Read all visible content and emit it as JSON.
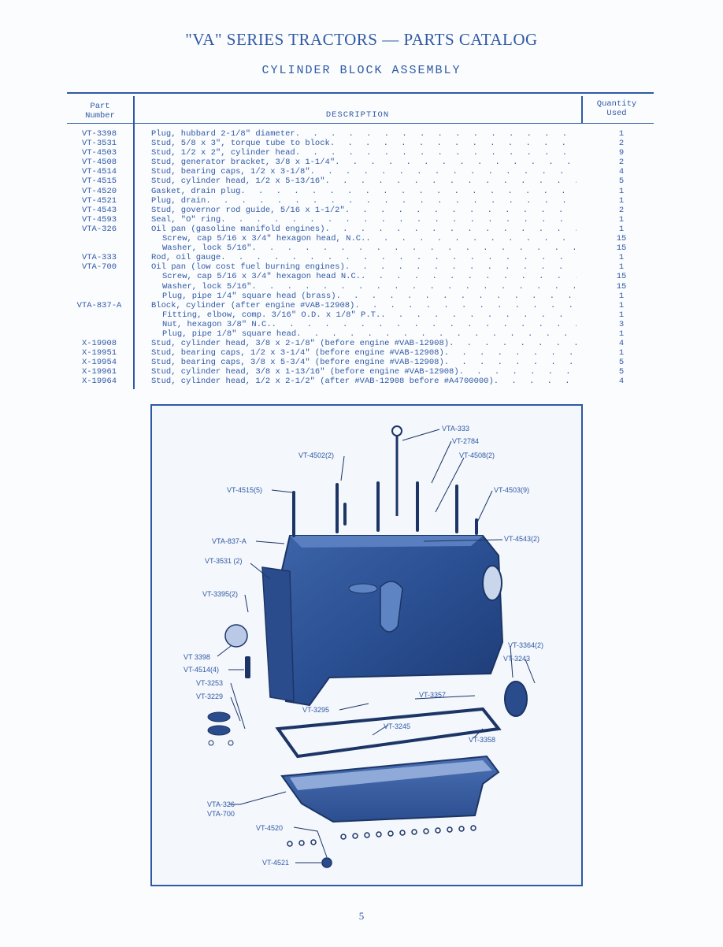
{
  "header": {
    "title": "\"VA\" SERIES TRACTORS — PARTS CATALOG",
    "subtitle": "CYLINDER BLOCK ASSEMBLY"
  },
  "table": {
    "col_part": "Part\nNumber",
    "col_desc": "DESCRIPTION",
    "col_qty": "Quantity\nUsed",
    "rows": [
      {
        "part": "VT-3398",
        "desc": "Plug, hubbard 2-1/8\" diameter",
        "qty": "1",
        "indent": false
      },
      {
        "part": "VT-3531",
        "desc": "Stud, 5/8 x 3\", torque tube to block",
        "qty": "2",
        "indent": false
      },
      {
        "part": "VT-4503",
        "desc": "Stud, 1/2 x 2\", cylinder head",
        "qty": "9",
        "indent": false
      },
      {
        "part": "VT-4508",
        "desc": "Stud, generator bracket, 3/8 x 1-1/4\"",
        "qty": "2",
        "indent": false
      },
      {
        "part": "VT-4514",
        "desc": "Stud, bearing caps, 1/2 x 3-1/8\"",
        "qty": "4",
        "indent": false
      },
      {
        "part": "VT-4515",
        "desc": "Stud, cylinder head, 1/2 x 5-13/16\"",
        "qty": "5",
        "indent": false
      },
      {
        "part": "VT-4520",
        "desc": "Gasket, drain plug",
        "qty": "1",
        "indent": false
      },
      {
        "part": "VT-4521",
        "desc": "Plug, drain",
        "qty": "1",
        "indent": false
      },
      {
        "part": "VT-4543",
        "desc": "Stud, governor rod guide, 5/16 x 1-1/2\"",
        "qty": "2",
        "indent": false
      },
      {
        "part": "VT-4593",
        "desc": "Seal, \"O\" ring",
        "qty": "1",
        "indent": false
      },
      {
        "part": "VTA-326",
        "desc": "Oil pan (gasoline manifold engines)",
        "qty": "1",
        "indent": false
      },
      {
        "part": "",
        "desc": "Screw, cap 5/16 x 3/4\" hexagon head, N.C.",
        "qty": "15",
        "indent": true
      },
      {
        "part": "",
        "desc": "Washer, lock 5/16\"",
        "qty": "15",
        "indent": true
      },
      {
        "part": "VTA-333",
        "desc": "Rod, oil gauge",
        "qty": "1",
        "indent": false
      },
      {
        "part": "VTA-700",
        "desc": "Oil pan (low cost fuel burning engines)",
        "qty": "1",
        "indent": false
      },
      {
        "part": "",
        "desc": "Screw, cap 5/16 x 3/4\" hexagon head N.C.",
        "qty": "15",
        "indent": true
      },
      {
        "part": "",
        "desc": "Washer, lock 5/16\"",
        "qty": "15",
        "indent": true
      },
      {
        "part": "",
        "desc": "Plug, pipe 1/4\" square head (brass)",
        "qty": "1",
        "indent": true
      },
      {
        "part": "VTA-837-A",
        "desc": "Block, cylinder (after engine #VAB-12908)",
        "qty": "1",
        "indent": false
      },
      {
        "part": "",
        "desc": "Fitting, elbow, comp. 3/16\" O.D. x 1/8\" P.T.",
        "qty": "1",
        "indent": true
      },
      {
        "part": "",
        "desc": "Nut, hexagon 3/8\" N.C.",
        "qty": "3",
        "indent": true
      },
      {
        "part": "",
        "desc": "Plug, pipe 1/8\" square head",
        "qty": "1",
        "indent": true
      },
      {
        "part": "X-19908",
        "desc": "Stud, cylinder head, 3/8 x 2-1/8\" (before engine #VAB-12908)",
        "qty": "4",
        "indent": false
      },
      {
        "part": "X-19951",
        "desc": "Stud, bearing caps, 1/2 x 3-1/4\" (before engine #VAB-12908)",
        "qty": "1",
        "indent": false
      },
      {
        "part": "X-19954",
        "desc": "Stud, bearing caps, 3/8 x 5-3/4\" (before engine #VAB-12908)",
        "qty": "5",
        "indent": false
      },
      {
        "part": "X-19961",
        "desc": "Stud, cylinder head, 3/8 x 1-13/16\" (before engine #VAB-12908)",
        "qty": "5",
        "indent": false
      },
      {
        "part": "X-19964",
        "desc": "Stud, cylinder head, 1/2 x 2-1/2\" (after #VAB-12908 before #A4700000)",
        "qty": "4",
        "indent": false
      }
    ]
  },
  "diagram": {
    "labels": [
      "VTA-333",
      "VT-2784",
      "VT-4502(2)",
      "VT-4508(2)",
      "VT-4515(5)",
      "VT-4503(9)",
      "VTA-837-A",
      "VT-4543(2)",
      "VT-3531 (2)",
      "VT-3395(2)",
      "VT 3398",
      "VT-4514(4)",
      "VT-3253",
      "VT-3229",
      "VT-3364(2)",
      "VT-3243",
      "VT-3357",
      "VT-3295",
      "VT-3245",
      "VT-3358",
      "VTA-326",
      "VTA-700",
      "VT-4520",
      "VT-4521"
    ]
  },
  "page_number": "5"
}
